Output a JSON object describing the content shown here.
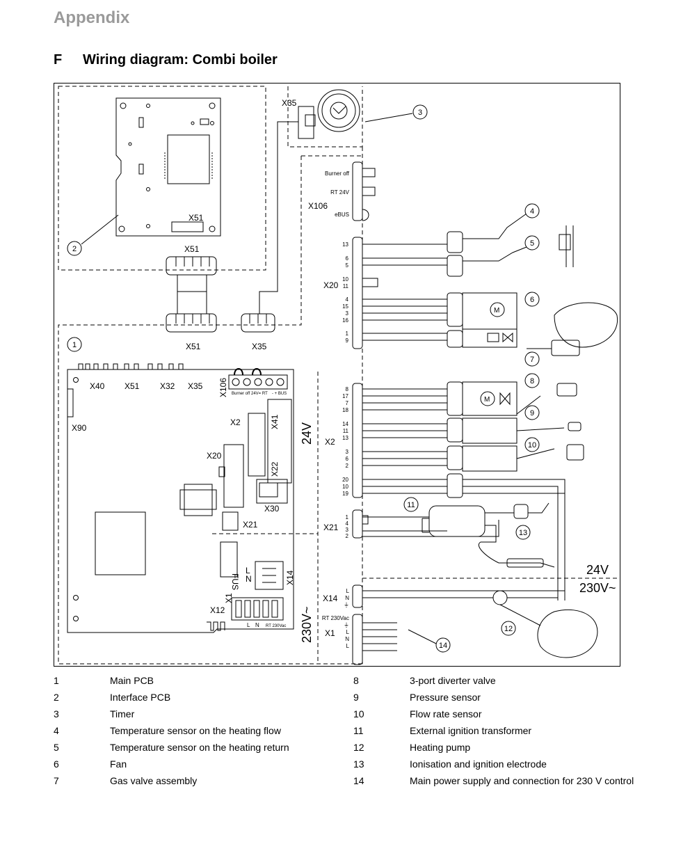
{
  "header": {
    "appendix": "Appendix",
    "section_letter": "F",
    "section_title": "Wiring diagram: Combi boiler"
  },
  "diagram": {
    "interface_pcb": {
      "connector": "X51",
      "plug_label": "X51"
    },
    "timer": {
      "connector": "X35"
    },
    "x106": {
      "label": "X106",
      "pins": [
        "Burner off",
        "RT 24V",
        "eBUS"
      ]
    },
    "x20": {
      "label": "X20",
      "pins": [
        "13",
        "6",
        "5",
        "10",
        "11",
        "4",
        "15",
        "3",
        "16",
        "1",
        "9"
      ]
    },
    "plugs": {
      "x51": "X51",
      "x35": "X35"
    },
    "main_pcb": {
      "top_connectors": [
        "X40",
        "X51",
        "X32",
        "X35",
        "X106"
      ],
      "other": [
        "X90",
        "X2",
        "X41",
        "X20",
        "X22",
        "X30",
        "X21",
        "X14",
        "X1",
        "X12"
      ],
      "fuse": "FUS",
      "terminal_top": [
        "Burner off",
        "24V= RT",
        "- + BUS"
      ],
      "terminal_bottom": [
        "L",
        "N",
        "RT 230Vac"
      ],
      "ln": [
        "L",
        "N"
      ]
    },
    "x2": {
      "label": "X2",
      "pins": [
        "8",
        "17",
        "7",
        "18",
        "14",
        "11",
        "13",
        "3",
        "6",
        "2",
        "20",
        "10",
        "19"
      ]
    },
    "x21": {
      "label": "X21",
      "pins": [
        "1",
        "4",
        "3",
        "2"
      ]
    },
    "x14": {
      "label": "X14",
      "pins": [
        "L",
        "N",
        "⏚"
      ]
    },
    "x1": {
      "label": "X1",
      "pins": [
        "RT 230Vac",
        "⏚",
        "L",
        "N",
        "L"
      ]
    },
    "voltages": {
      "low": "24V",
      "high": "230V~"
    },
    "motor": "M",
    "callouts": [
      "1",
      "2",
      "3",
      "4",
      "5",
      "6",
      "7",
      "8",
      "9",
      "10",
      "11",
      "12",
      "13",
      "14"
    ]
  },
  "legend": [
    {
      "num": "1",
      "text": "Main PCB"
    },
    {
      "num": "2",
      "text": "Interface PCB"
    },
    {
      "num": "3",
      "text": "Timer"
    },
    {
      "num": "4",
      "text": "Temperature sensor on the heating flow"
    },
    {
      "num": "5",
      "text": "Temperature sensor on the heating return"
    },
    {
      "num": "6",
      "text": "Fan"
    },
    {
      "num": "7",
      "text": "Gas valve assembly"
    },
    {
      "num": "8",
      "text": "3-port diverter valve"
    },
    {
      "num": "9",
      "text": "Pressure sensor"
    },
    {
      "num": "10",
      "text": "Flow rate sensor"
    },
    {
      "num": "11",
      "text": "External ignition transformer"
    },
    {
      "num": "12",
      "text": "Heating pump"
    },
    {
      "num": "13",
      "text": "Ionisation and ignition electrode"
    },
    {
      "num": "14",
      "text": "Main power supply and connection for 230 V control"
    }
  ]
}
